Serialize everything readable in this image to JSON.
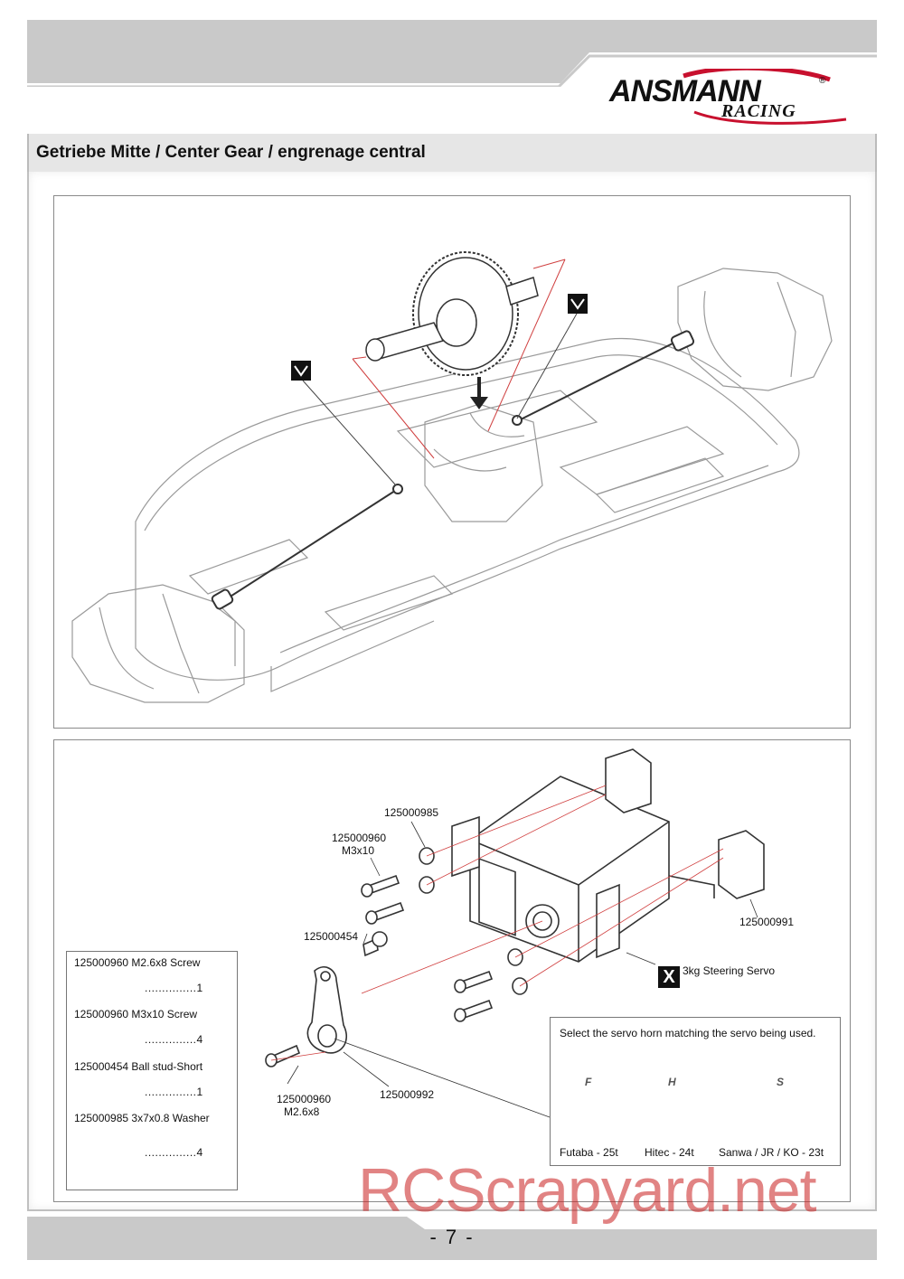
{
  "header": {
    "brand_main": "ANSMANN",
    "brand_reg": "®",
    "brand_sub": "RACING",
    "section_title": "Getriebe Mitte / Center Gear / engrenage central"
  },
  "assembly": {
    "part_numbers": {
      "washer_pn": "125000985",
      "screw_m3_pn": "125000960",
      "screw_m3_size": "M3x10",
      "ballstud_pn": "125000454",
      "mount_pn": "125000991",
      "servo_x": "X",
      "servo_label": "3kg Steering Servo",
      "screw_m26_pn": "125000960",
      "screw_m26_size": "M2.6x8",
      "horn_pn": "125000992"
    },
    "parts_list": [
      {
        "name": "125000960  M2.6x8 Screw",
        "qty": "...............1"
      },
      {
        "name": "125000960  M3x10 Screw",
        "qty": "...............4"
      },
      {
        "name": "125000454  Ball stud-Short",
        "qty": "...............1"
      },
      {
        "name": "125000985  3x7x0.8  Washer",
        "qty": "...............4"
      }
    ],
    "horn_selector": {
      "title": "Select the servo horn matching the servo being used.",
      "horns": [
        {
          "letter": "F",
          "caption": "Futaba - 25t"
        },
        {
          "letter": "H",
          "caption": "Hitec - 24t"
        },
        {
          "letter": "S",
          "caption": "Sanwa / JR / KO - 23t"
        }
      ]
    }
  },
  "footer": {
    "page_number": "- 7 -",
    "watermark": "RCScrapyard.net"
  }
}
